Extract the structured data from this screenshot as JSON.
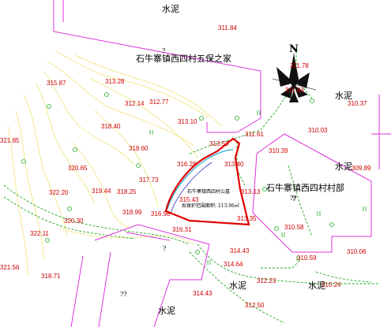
{
  "map": {
    "labels": {
      "top_shuini": "水泥",
      "bldg_wubao": "石牛寨镇西四村五保之家",
      "right_shuini": "水泥",
      "right_shuini2": "水泥",
      "bldg_cunbu": "石牛寨镇西四村村部",
      "bottom_shuini1": "水泥",
      "bottom_shuini2": "水泥",
      "bottom_shuini3": "水泥",
      "question1": "?",
      "question2": "?",
      "question3": "?",
      "question4": "??",
      "question5": "??",
      "parcel_name": "石牛寨镇西四村公墓",
      "parcel_area": "拟保护范围面积: 213.96㎡",
      "north": "N"
    },
    "elevations": [
      "311.84",
      "311.78",
      "311.83",
      "310.37",
      "315.87",
      "313.28",
      "312.14",
      "312.77",
      "313.10",
      "310.03",
      "318.40",
      "311.61",
      "318.60",
      "313.53",
      "310.39",
      "321.85",
      "320.65",
      "316.28",
      "313.40",
      "317.73",
      "309.89",
      "322.20",
      "319.44",
      "318.25",
      "313.13",
      "315.43",
      "320.30",
      "318.99",
      "316.98",
      "313.35",
      "322.11",
      "316.31",
      "310.58",
      "310.06",
      "314.43",
      "310.59",
      "321.56",
      "318.71",
      "314.64",
      "312.23",
      "310.24",
      "314.43",
      "312.50"
    ]
  },
  "colors": {
    "boundary": "#e00000",
    "contour": "#f2e27a",
    "road": "#22aa22",
    "building": "#dd33dd",
    "elevation": "#cc0000",
    "water": "#00a0c8"
  }
}
